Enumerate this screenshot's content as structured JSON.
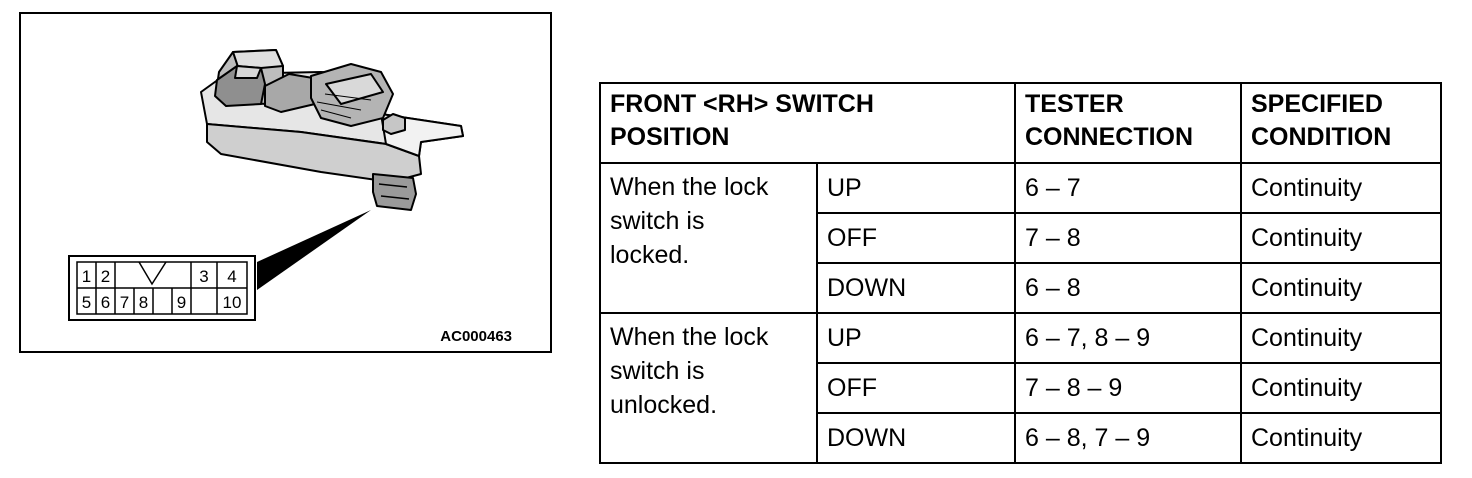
{
  "figure": {
    "code": "AC000463",
    "connector_pins": {
      "top_row": [
        "1",
        "2",
        "3",
        "4"
      ],
      "bottom_row": [
        "5",
        "6",
        "7",
        "8",
        "9",
        "10"
      ]
    }
  },
  "table": {
    "headers": {
      "position_line1": "FRONT <RH> SWITCH",
      "position_line2": "POSITION",
      "tester_line1": "TESTER",
      "tester_line2": "CONNECTION",
      "specified_line1": "SPECIFIED",
      "specified_line2": "CONDITION"
    },
    "groups": [
      {
        "condition_line1": "When the lock",
        "condition_line2": "switch is",
        "condition_line3": "locked.",
        "rows": [
          {
            "position": "UP",
            "tester": "6 – 7",
            "specified": "Continuity"
          },
          {
            "position": "OFF",
            "tester": "7 – 8",
            "specified": "Continuity"
          },
          {
            "position": "DOWN",
            "tester": "6 – 8",
            "specified": "Continuity"
          }
        ]
      },
      {
        "condition_line1": "When the lock",
        "condition_line2": "switch is",
        "condition_line3": "unlocked.",
        "rows": [
          {
            "position": "UP",
            "tester": "6 – 7, 8 – 9",
            "specified": "Continuity"
          },
          {
            "position": "OFF",
            "tester": "7 – 8 – 9",
            "specified": "Continuity"
          },
          {
            "position": "DOWN",
            "tester": "6 – 8, 7 – 9",
            "specified": "Continuity"
          }
        ]
      }
    ]
  }
}
